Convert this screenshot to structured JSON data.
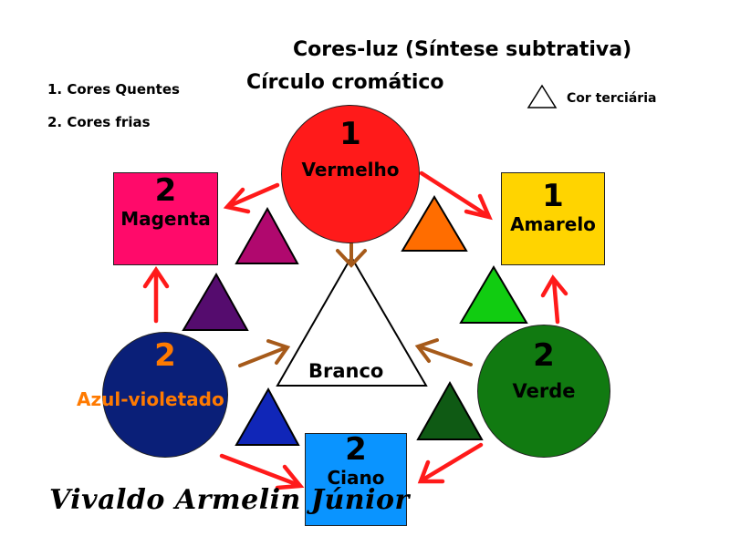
{
  "titles": {
    "main_prefix": "Cores-",
    "main_rest": "luz (Síntese subtrativa)",
    "subtitle": "Círculo cromático"
  },
  "legend": {
    "warm": "1. Cores Quentes",
    "cool": "2. Cores frias",
    "tertiary": "Cor terciária"
  },
  "nodes": {
    "vermelho": {
      "number": "1",
      "label": "Vermelho",
      "color": "#ff1a1a"
    },
    "amarelo": {
      "number": "1",
      "label": "Amarelo",
      "color": "#ffd400"
    },
    "verde": {
      "number": "2",
      "label": "Verde",
      "color": "#117a11"
    },
    "ciano": {
      "number": "2",
      "label": "Ciano",
      "color": "#0a94ff"
    },
    "azul": {
      "number": "2",
      "label": "Azul-violetado",
      "color": "#0a1f78",
      "text_color": "#ff7a00"
    },
    "magenta": {
      "number": "2",
      "label": "Magenta",
      "color": "#ff0a6a"
    }
  },
  "center": {
    "label": "Branco"
  },
  "tertiary_colors": {
    "orange": "#ff6d00",
    "yellow_green": "#11cc11",
    "dark_green": "#0f5a14",
    "blue": "#1026b8",
    "violet": "#550c6e",
    "red_violet": "#b0086e"
  },
  "arrow_colors": {
    "outer": "#ff1a1a",
    "inner": "#a65a1a"
  },
  "signature": "Vivaldo Armelin Júnior"
}
